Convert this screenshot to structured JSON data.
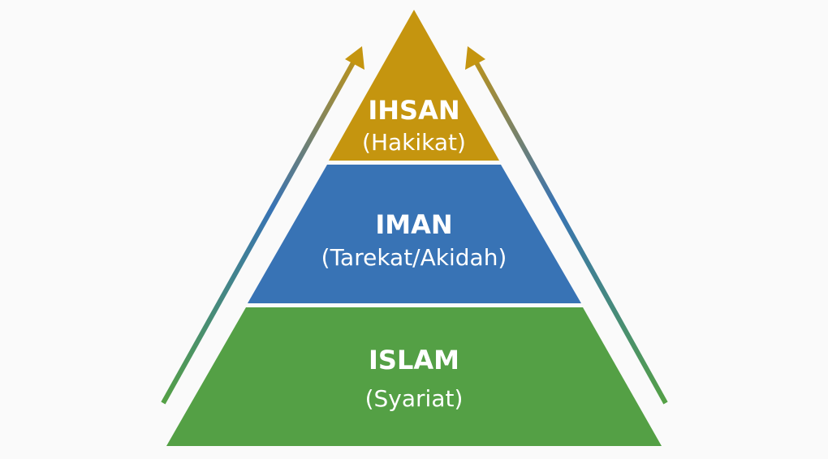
{
  "pyramid": {
    "tiers": [
      {
        "title": "IHSAN",
        "subtitle": "(Hakikat)",
        "color": "#C5950F"
      },
      {
        "title": "IMAN",
        "subtitle": "(Tarekat/Akidah)",
        "color": "#3873B5"
      },
      {
        "title": "ISLAM",
        "subtitle": "(Syariat)",
        "color": "#54A045"
      }
    ],
    "arrow_gradient": {
      "bottom": "#54A045",
      "middle": "#3873B5",
      "top": "#C5950F"
    }
  }
}
